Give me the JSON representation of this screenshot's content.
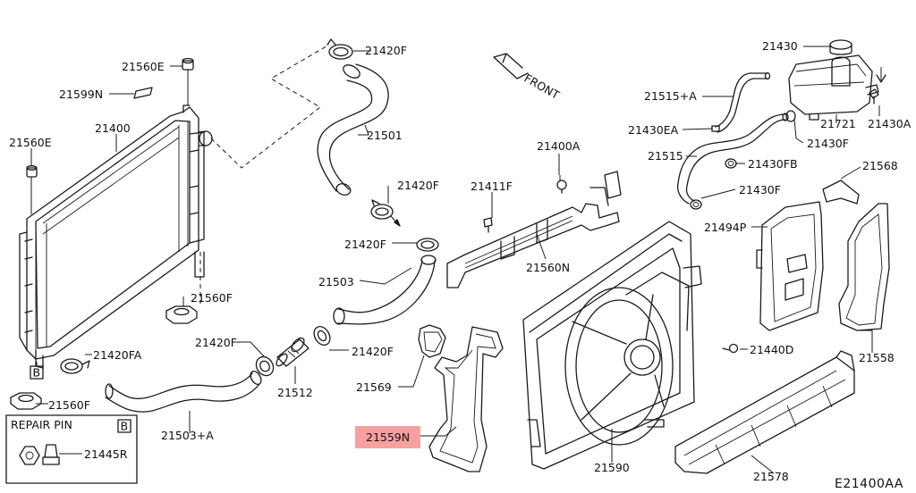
{
  "diagram": {
    "diagram_code": "E21400AA",
    "front_label": "FRONT",
    "highlight_color": "#f8a0a0",
    "highlighted_part": "21559N",
    "labels": {
      "21430": "21430",
      "21420F_top": "21420F",
      "21560E_top": "21560E",
      "21599N": "21599N",
      "21515A": "21515+A",
      "21721": "21721",
      "21430A": "21430A",
      "21400": "21400",
      "21501": "21501",
      "21430EA": "21430EA",
      "21430F_right": "21430F",
      "21560E_left": "21560E",
      "21400A": "21400A",
      "21515": "21515",
      "21430FB": "21430FB",
      "21568": "21568",
      "21420F_mid": "21420F",
      "21411F": "21411F",
      "21430F_low": "21430F",
      "21494P": "21494P",
      "21420F_lower": "21420F",
      "21560N": "21560N",
      "21503": "21503",
      "21560F_mid": "21560F",
      "21420F_left": "21420F",
      "21420F_right": "21420F",
      "21440D": "21440D",
      "21420FA": "21420FA",
      "21512": "21512",
      "21558": "21558",
      "21569": "21569",
      "21560F_low": "21560F",
      "21503A": "21503+A",
      "21559N": "21559N",
      "21590": "21590",
      "21445R": "21445R",
      "21578": "21578"
    },
    "callout_B": "B",
    "repair_pin": {
      "title": "REPAIR PIN",
      "badge": "B"
    }
  }
}
